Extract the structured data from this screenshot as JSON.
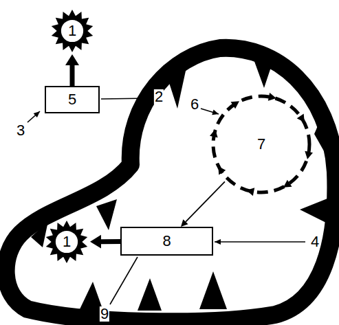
{
  "diagram": {
    "nodes": [
      {
        "text": [
          "1"
        ]
      },
      {
        "text": [
          "5"
        ]
      },
      {
        "text": [
          "7"
        ]
      },
      {
        "text": [
          "8"
        ]
      },
      {
        "text": [
          "1"
        ]
      }
    ],
    "edges": [
      {
        "from": 1,
        "to": 0,
        "arrow": "to"
      },
      {
        "from": 2,
        "to": 3,
        "arrow": "to"
      },
      {
        "from": 3,
        "to": 4,
        "arrow": "to"
      }
    ],
    "labels": [
      "3",
      "2",
      "6",
      "4",
      "9"
    ]
  }
}
